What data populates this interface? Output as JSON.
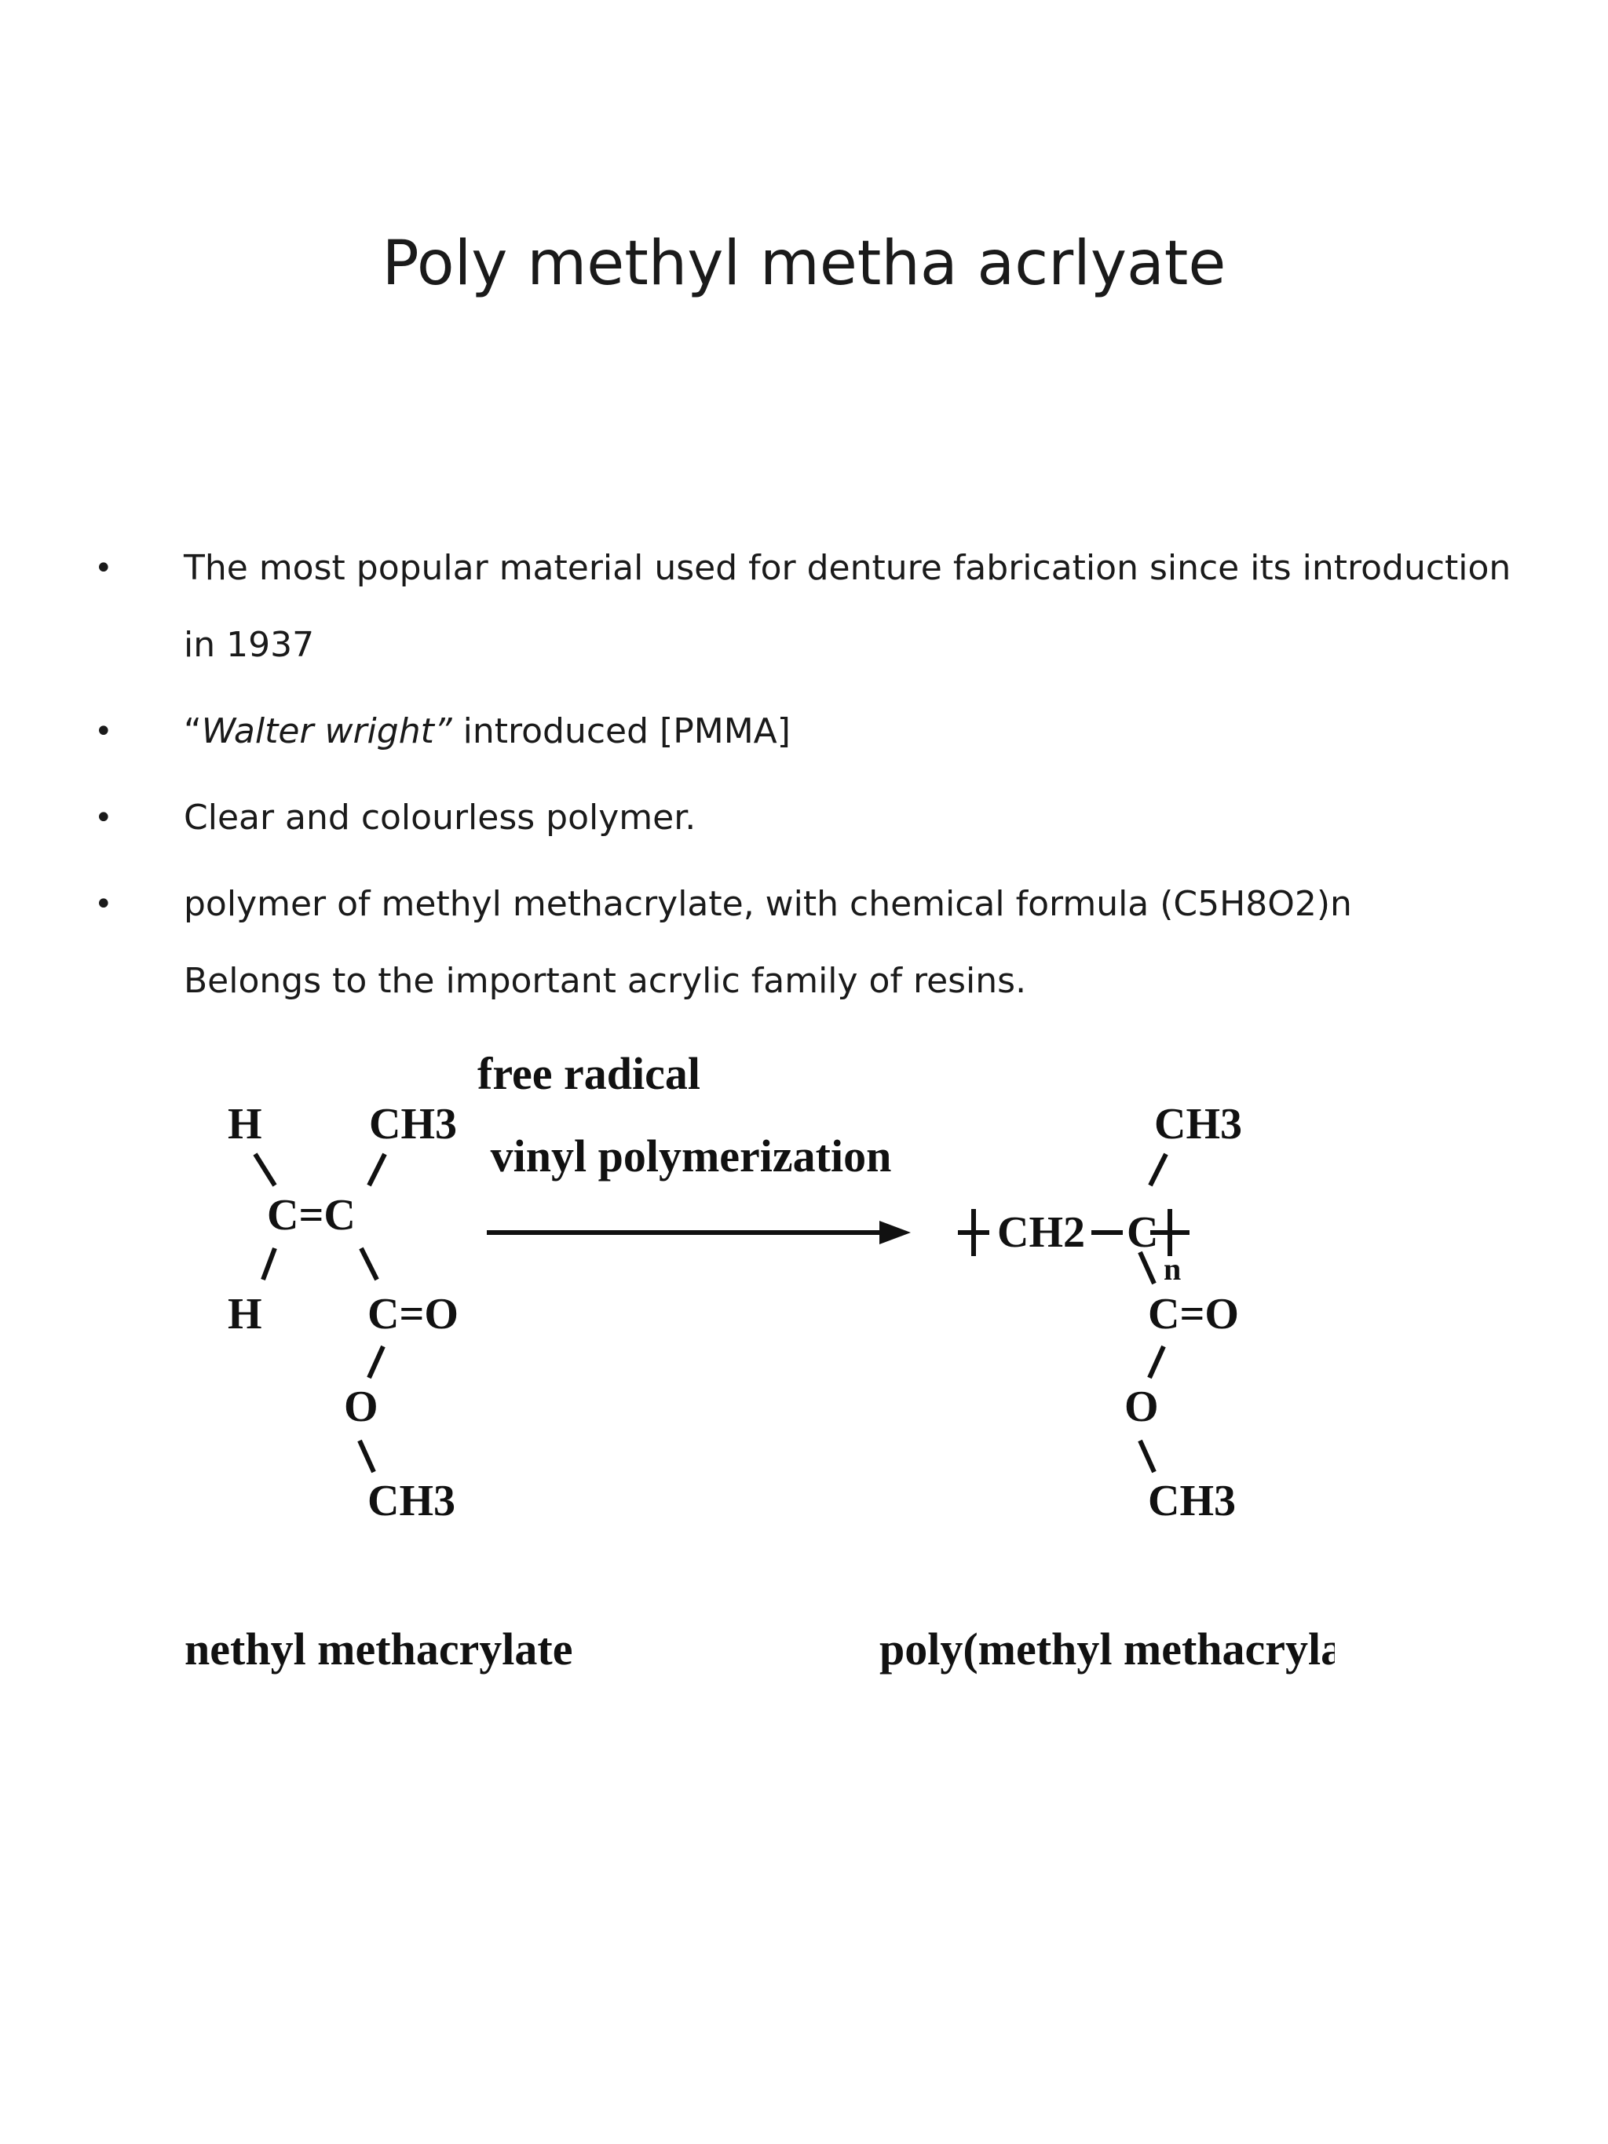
{
  "slide": {
    "title": "Poly methyl metha acrlyate"
  },
  "bullets": [
    {
      "marker": "•",
      "lines": [
        "The most popular material used for denture fabrication since its introduction",
        "in 1937"
      ]
    },
    {
      "marker": "•",
      "open_quote": "“",
      "italic_text": "Walter wright”",
      "rest_text": " introduced [PMMA]"
    },
    {
      "marker": "•",
      "lines": [
        "Clear and colourless polymer."
      ]
    },
    {
      "marker": "•",
      "lines": [
        "polymer of methyl methacrylate, with chemical formula (C5H8O2)n",
        "Belongs to the important acrylic family of resins."
      ]
    }
  ],
  "reaction": {
    "arrow_label_line1": "free radical",
    "arrow_label_line2": "vinyl polymerization",
    "monomer": {
      "atom_h1": "H",
      "atom_h2": "H",
      "atom_ch3_top": "CH3",
      "double_bond_cc": "C=C",
      "carbonyl": "C=O",
      "ester_o": "O",
      "atom_ch3_bottom": "CH3",
      "name": "nethyl methacrylate"
    },
    "polymer": {
      "atom_ch3_top": "CH3",
      "backbone_ch2": "CH2",
      "backbone_c": "C",
      "repeat_n": "n",
      "carbonyl": "C=O",
      "ester_o": "O",
      "atom_ch3_bottom": "CH3",
      "name": "poly(methyl methacrylate)"
    }
  }
}
